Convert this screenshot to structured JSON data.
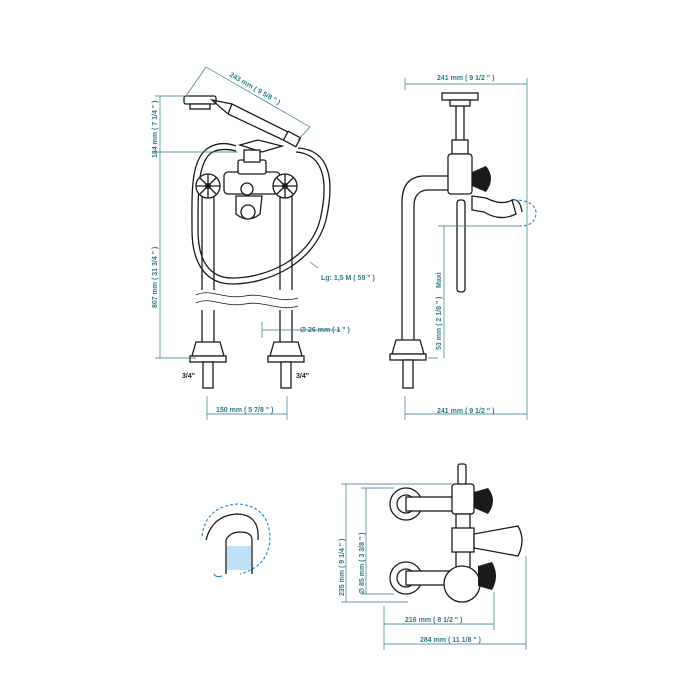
{
  "front_view": {
    "width_label": "150 mm ( 5 7/8 \" )",
    "height_total_label": "807 mm ( 31 3/4 \" )",
    "handshower_height_label": "184 mm ( 7 1/4 \" )",
    "handshower_length_label": "243 mm ( 9 5/8 \" )",
    "hose_label": "Lg: 1,5 M ( 59 \" )",
    "pipe_diameter_label": "∅ 26 mm ( 1 \" )",
    "connection_left_label": "3/4\"",
    "connection_right_label": "3/4\""
  },
  "side_view": {
    "top_width_label": "241 mm ( 9 1/2 \" )",
    "bottom_width_label": "241 mm ( 9 1/2 \" )",
    "max_height_label": "53 mm ( 2 1/8 \" )",
    "max_word": "Maxi"
  },
  "wall_view": {
    "height_label": "235 mm ( 9 1/4 \" )",
    "diameter_label": "∅ 85 mm ( 3 3/8 \" )",
    "inner_width_label": "216 mm ( 8 1/2 \" )",
    "total_width_label": "284 mm ( 11 1/8 \" )"
  },
  "colors": {
    "line": "#1a1a1a",
    "dimension": "#2f7a86",
    "water_blue": "#2f8fd0"
  }
}
